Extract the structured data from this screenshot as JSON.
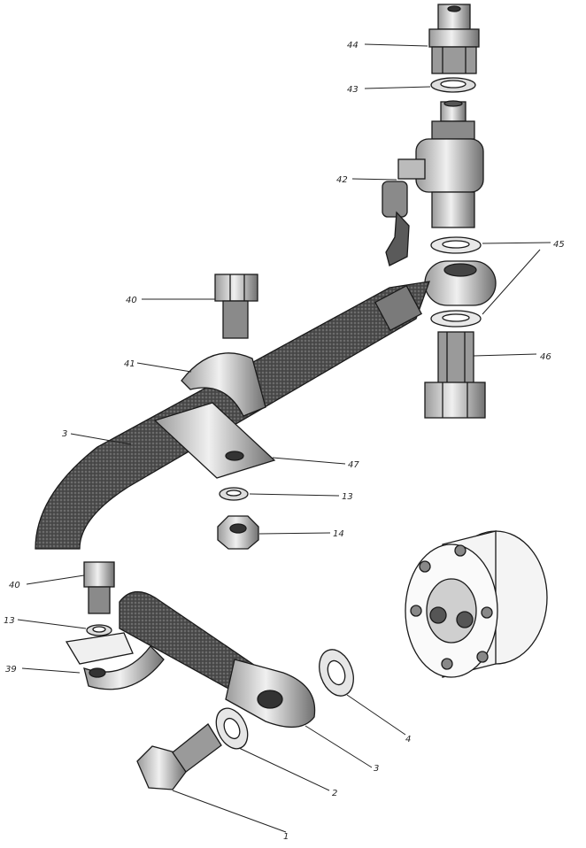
{
  "labels": {
    "l44": "44",
    "l43": "43",
    "l42": "42",
    "l45": "45",
    "l46": "46",
    "l40a": "40",
    "l41": "41",
    "l3a": "3",
    "l47": "47",
    "l13a": "13",
    "l14": "14",
    "l40b": "40",
    "l13b": "13",
    "l39": "39",
    "l4": "4",
    "l3b": "3",
    "l2": "2",
    "l1": "1"
  },
  "colors": {
    "ink": "#1a1a1a",
    "pipe": "#5a5a5a",
    "metal": "#d8d8d8",
    "dark_metal": "#8a8a8a",
    "paper": "#ffffff"
  }
}
